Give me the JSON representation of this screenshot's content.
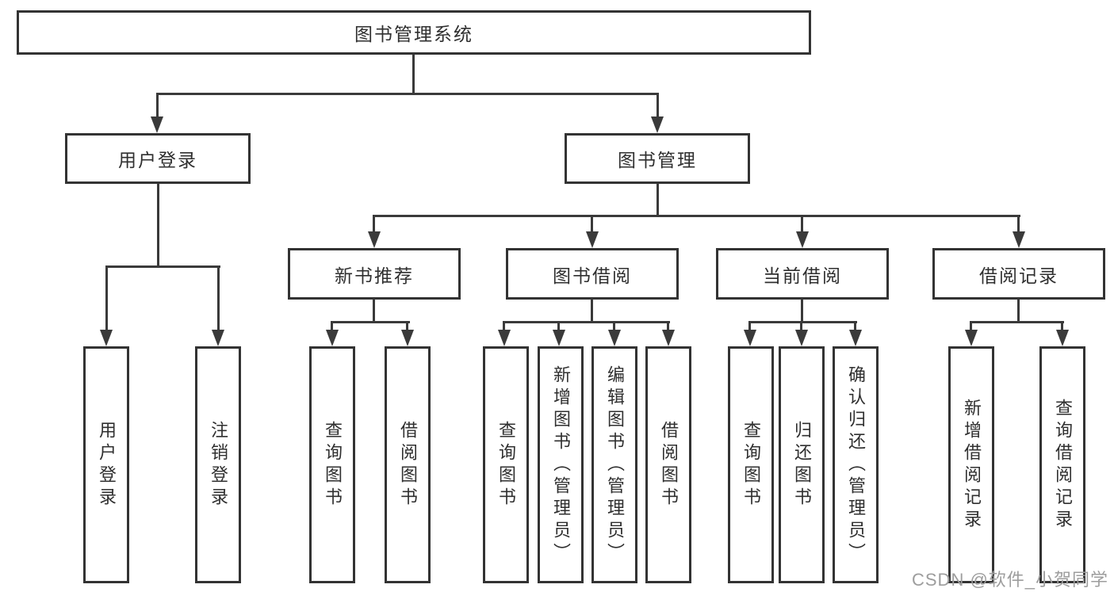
{
  "colors": {
    "border": "#333333",
    "line": "#3a3a3a",
    "text": "#2f2f2f",
    "watermark": "#9d9d9d",
    "background": "#ffffff"
  },
  "diagram": {
    "root": {
      "label": "图书管理系统"
    },
    "level2": [
      {
        "label": "用户登录"
      },
      {
        "label": "图书管理"
      }
    ],
    "level3": [
      {
        "label": "新书推荐"
      },
      {
        "label": "图书借阅"
      },
      {
        "label": "当前借阅"
      },
      {
        "label": "借阅记录"
      }
    ],
    "leaves": [
      {
        "label": "用户登录"
      },
      {
        "label": "注销登录"
      },
      {
        "label": "查询图书"
      },
      {
        "label": "借阅图书"
      },
      {
        "label": "查询图书"
      },
      {
        "label": "新增图书（管理员）"
      },
      {
        "label": "编辑图书（管理员）"
      },
      {
        "label": "借阅图书"
      },
      {
        "label": "查询图书"
      },
      {
        "label": "归还图书"
      },
      {
        "label": "确认归还（管理员）"
      },
      {
        "label": "新增借阅记录"
      },
      {
        "label": "查询借阅记录"
      }
    ]
  },
  "watermark": {
    "text": "CSDN @软件_小贺同学"
  }
}
